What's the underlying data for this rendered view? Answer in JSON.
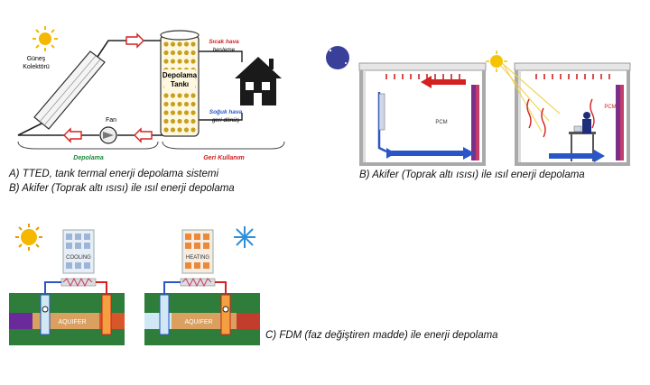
{
  "tted": {
    "collector_line1": "Güneş",
    "collector_line2": "Kolektörü",
    "tank_line1": "Depolama",
    "tank_line2": "Tankı",
    "fan": "Fan",
    "hot_line1": "Sıcak hava",
    "hot_line2": "besleme",
    "cold_line1": "Soğuk hava",
    "cold_line2": "geri dönüş",
    "storage_label": "Depolama",
    "reuse_label": "Geri Kullanım"
  },
  "pcm": {
    "label_left": "PCM",
    "label_right": "PCM"
  },
  "aquifer": {
    "cooling": "COOLING",
    "heating": "HEATING",
    "aquifer_left": "AQUIFER",
    "aquifer_right": "AQUIFER"
  },
  "captions": {
    "a": "A) TTED, tank termal enerji depolama sistemi",
    "b_left": "B) Akifer (Toprak altı ısısı) ile ısıl enerji depolama",
    "b_right": "B) Akifer (Toprak altı ısısı) ile ısıl enerji depolama",
    "c": "C) FDM (faz değiştiren madde)  ile enerji depolama"
  },
  "colors": {
    "red_arrow": "#d32020",
    "blue_arrow": "#2a55c8",
    "tank_dot": "#c8a020",
    "ground_green": "#2e7d3a",
    "aquifer_orange": "#e9852b"
  }
}
